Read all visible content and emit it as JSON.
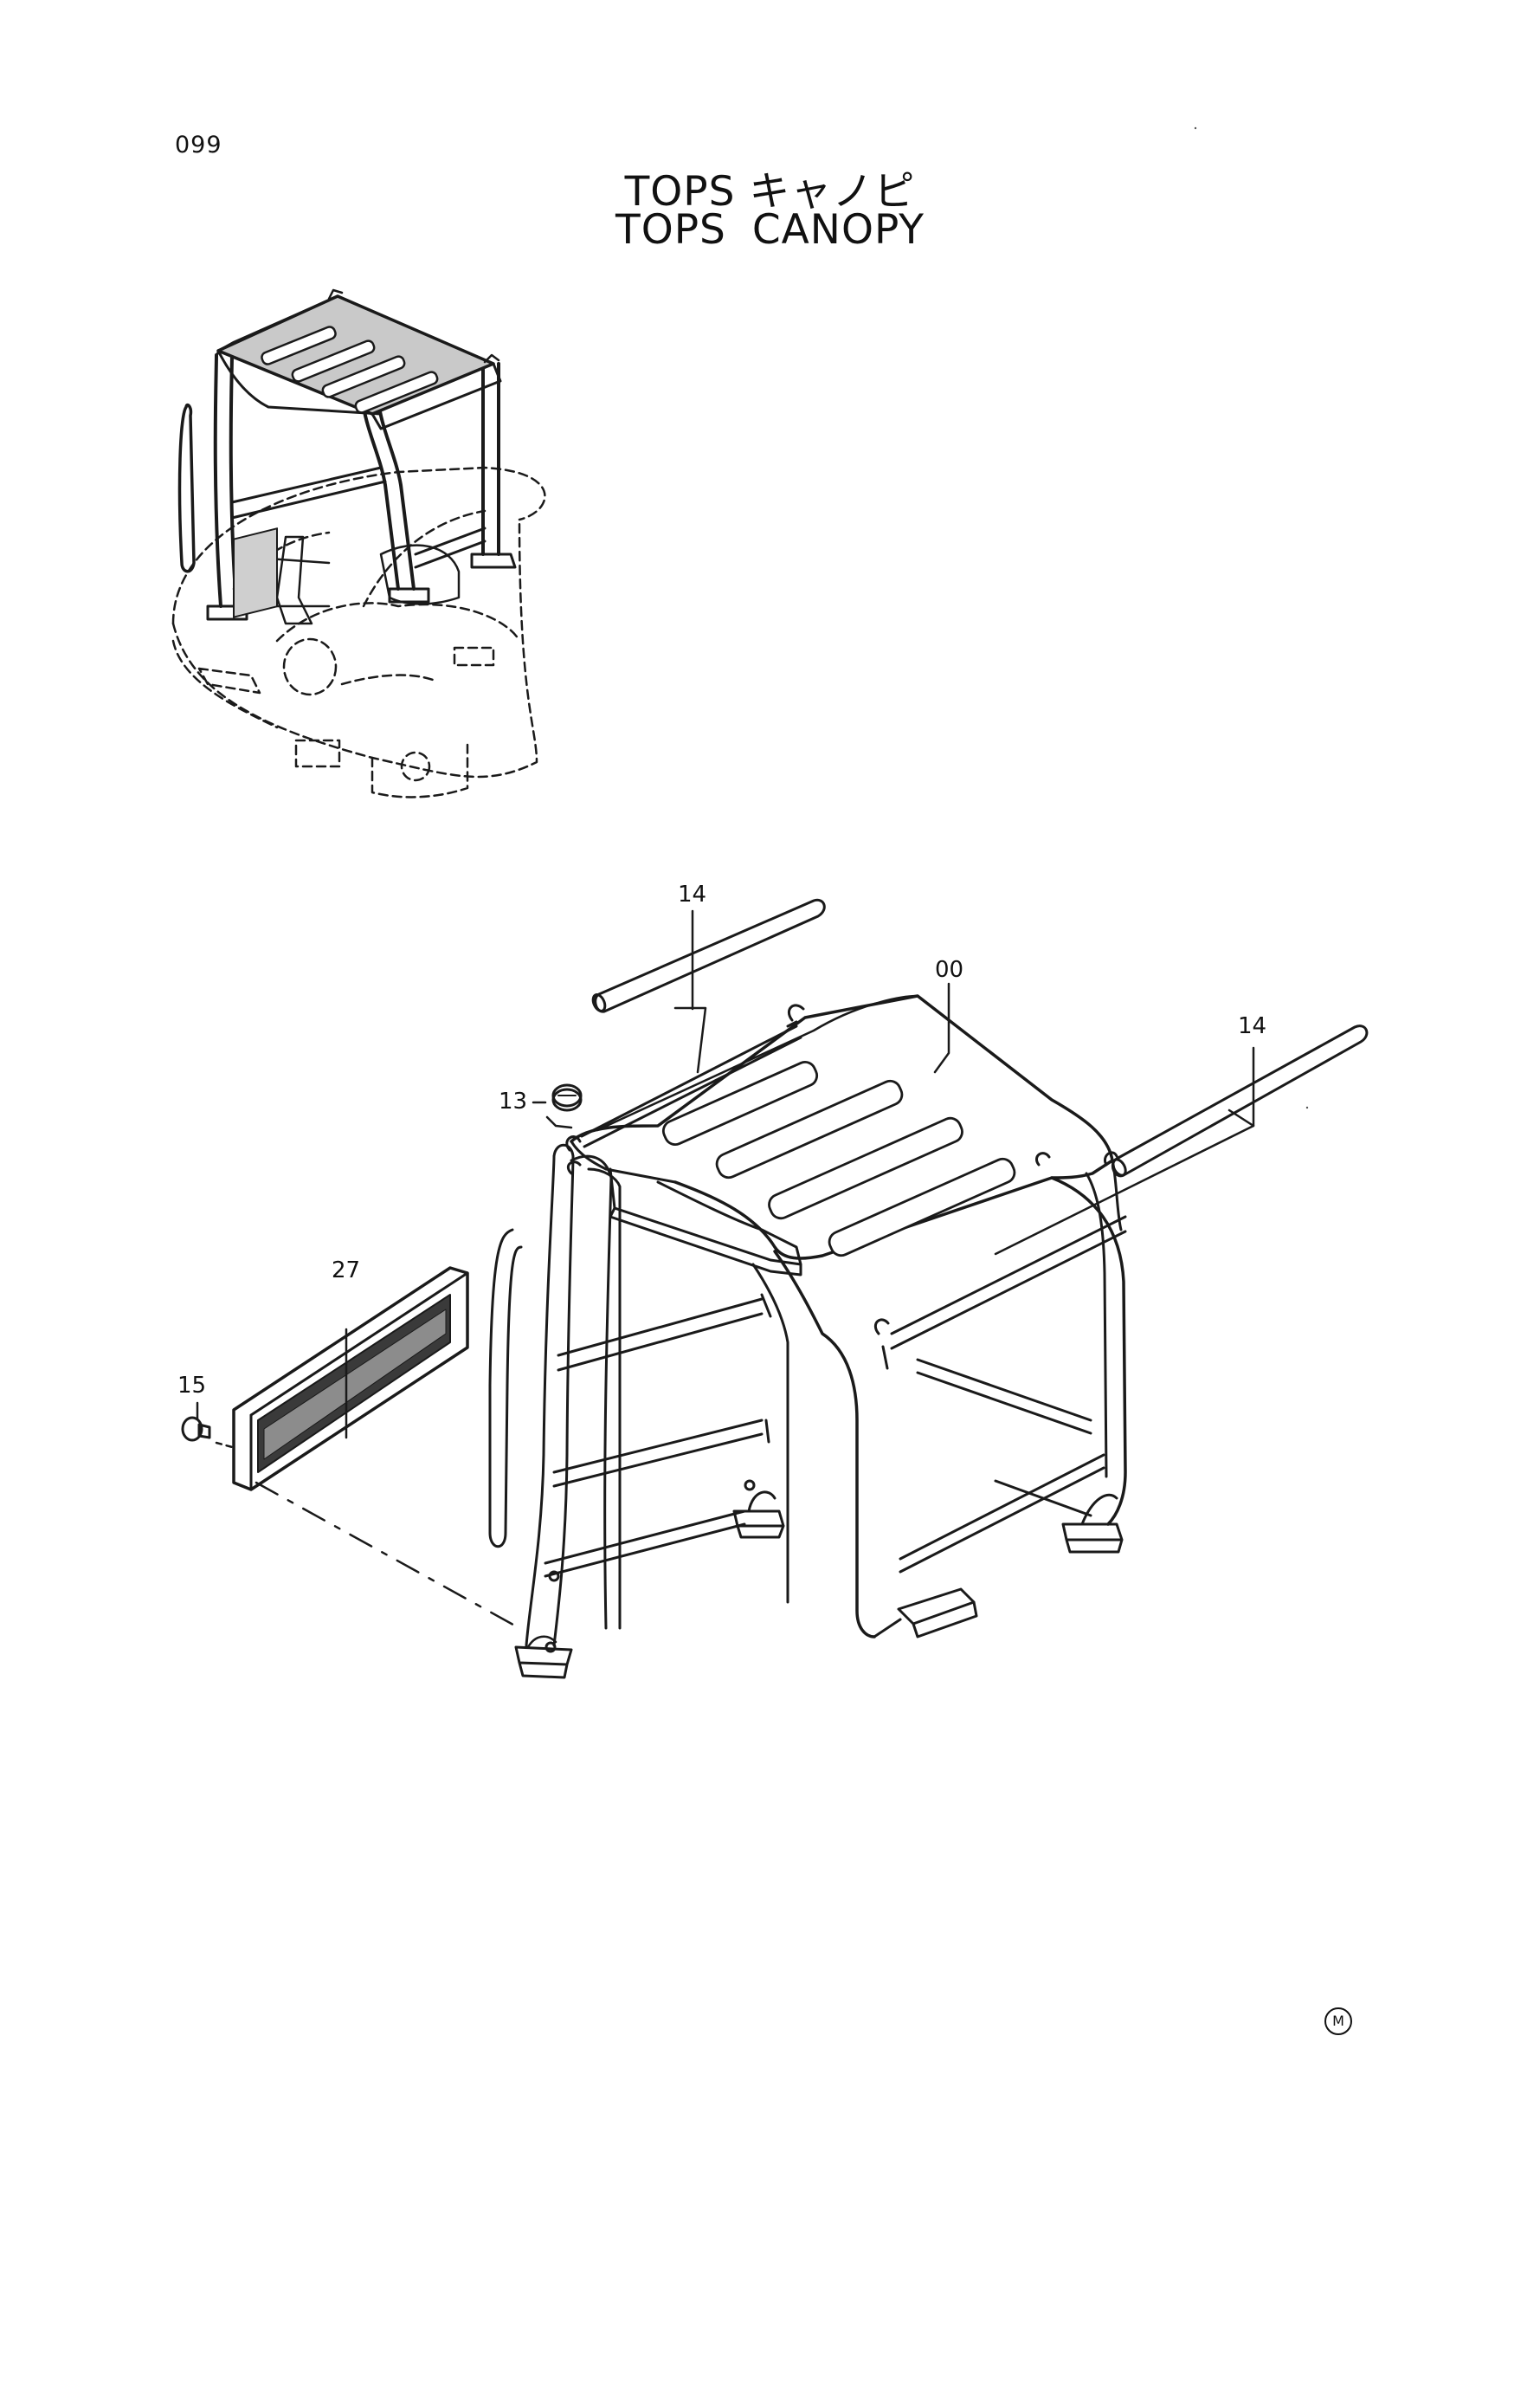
{
  "page": {
    "number": "099"
  },
  "title": {
    "japanese": "TOPS キャノピ",
    "english": "TOPS CANOPY"
  },
  "callouts": {
    "canopy": "00",
    "nut": "13",
    "cover_left": "14",
    "cover_right": "14",
    "bolt": "15",
    "guard": "27"
  },
  "footer": {
    "mark": "M"
  },
  "icons": [
    "excavator-overview-illustration",
    "canopy-exploded-illustration",
    "circled-m-icon"
  ]
}
